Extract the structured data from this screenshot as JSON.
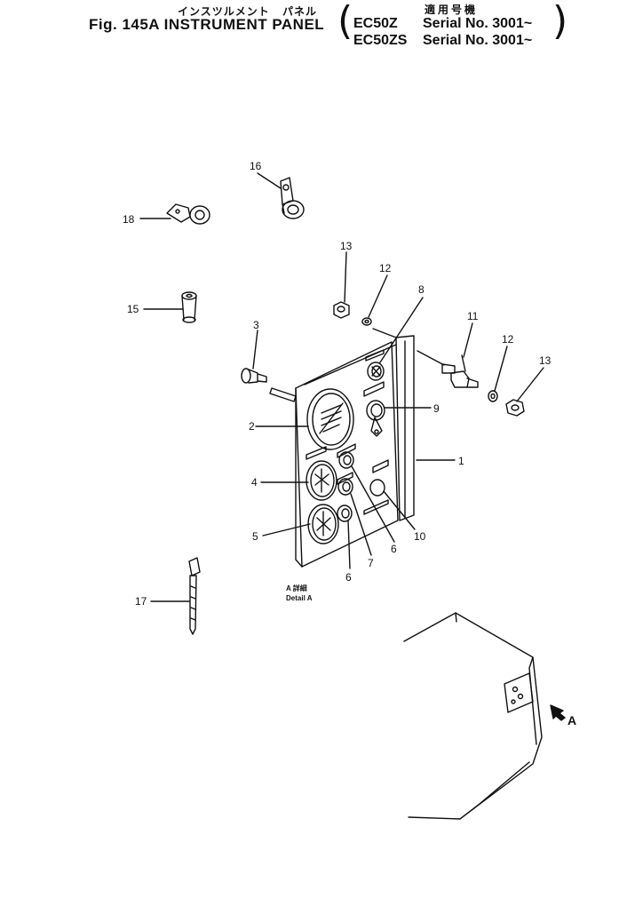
{
  "header": {
    "title_jp": "インスツルメント",
    "title_jp_2": "パネル",
    "fig_title": "Fig. 145A  INSTRUMENT PANEL",
    "applicable_jp": "適用号機",
    "models": [
      {
        "model": "EC50Z",
        "serial": "Serial No. 3001~"
      },
      {
        "model": "EC50ZS",
        "serial": "Serial No. 3001~"
      }
    ]
  },
  "callouts": [
    "1",
    "2",
    "3",
    "4",
    "5",
    "6",
    "6",
    "7",
    "8",
    "9",
    "10",
    "11",
    "12",
    "12",
    "13",
    "13",
    "15",
    "16",
    "17",
    "18"
  ],
  "detail_label": {
    "jp": "A 詳細",
    "en": "Detail A"
  },
  "view_arrow_label": "A"
}
